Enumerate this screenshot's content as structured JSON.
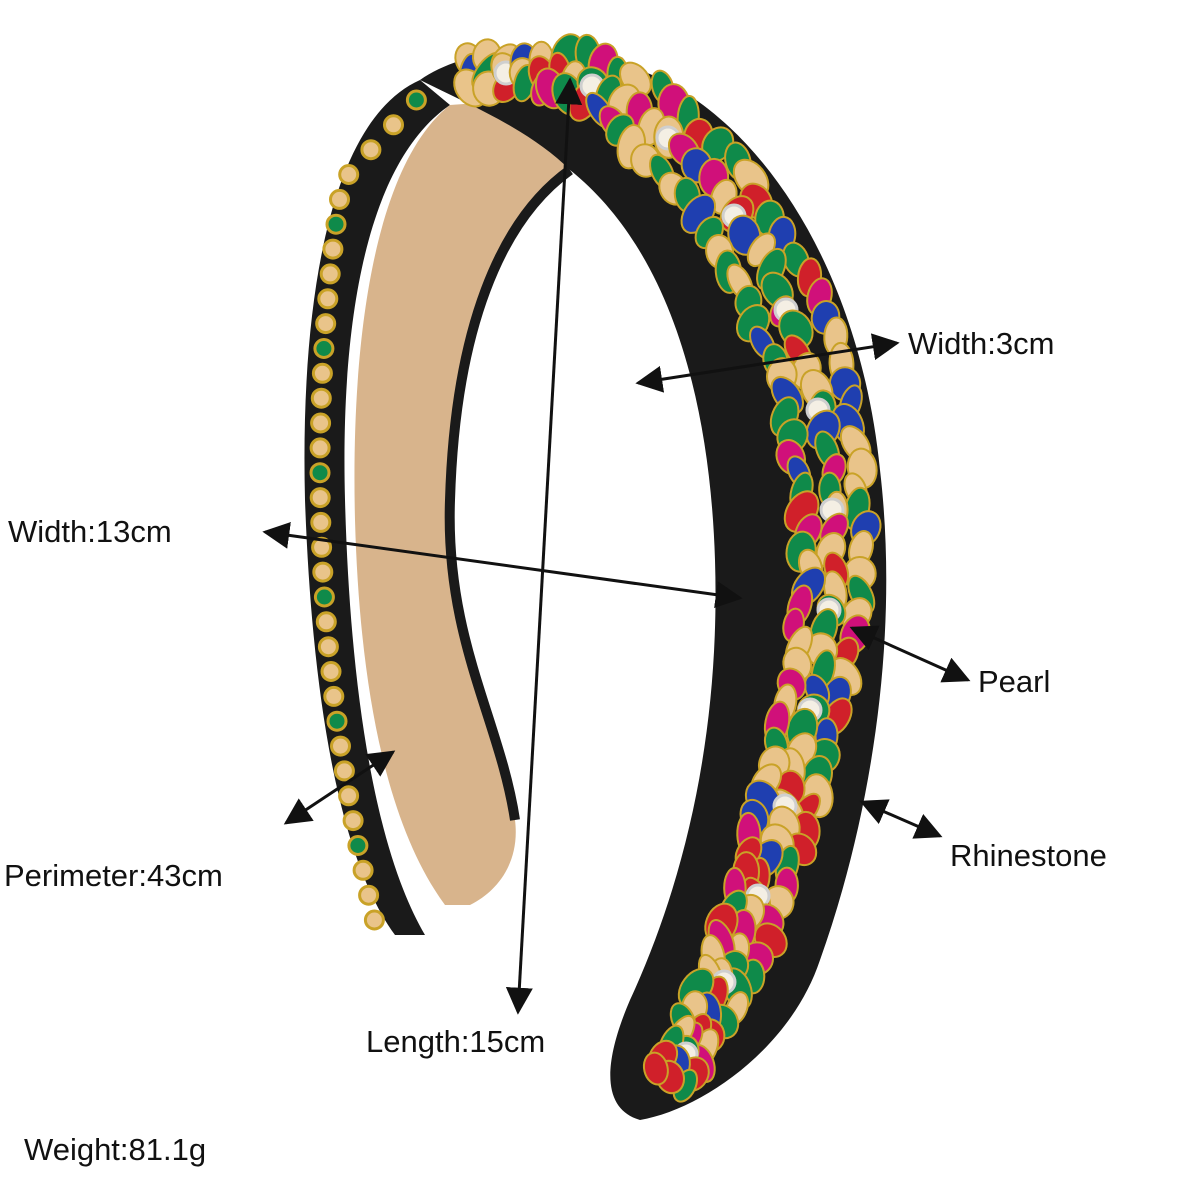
{
  "labels": {
    "width_band": "Width:3cm",
    "width_span": "Width:13cm",
    "pearl": "Pearl",
    "perimeter": "Perimeter:43cm",
    "rhinestone": "Rhinestone",
    "length": "Length:15cm",
    "weight": "Weight:81.1g"
  },
  "colors": {
    "velvet": "#d8b48c",
    "edge": "#1a1a1a",
    "gold": "#c9a227",
    "emerald": "#0f8a4a",
    "ruby": "#d0202a",
    "sapphire": "#1f3fb0",
    "champagne": "#e9c48a",
    "fuchsia": "#d0107a",
    "pearl": "#f4efe4",
    "arrow": "#111111"
  }
}
